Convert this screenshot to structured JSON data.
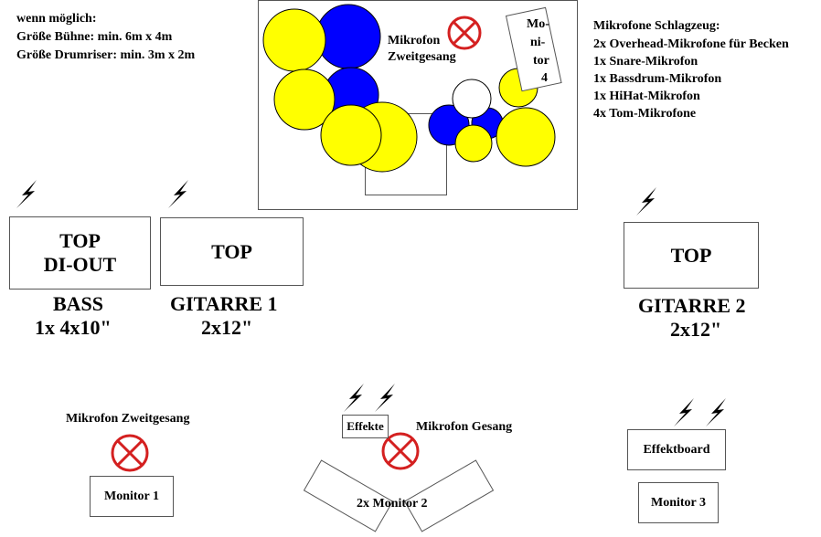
{
  "notes": {
    "requirements_heading": "wenn möglich:",
    "requirements": [
      "Größe Bühne: min. 6m x 4m",
      "Größe Drumriser: min. 3m x 2m"
    ],
    "mics_heading": "Mikrofone Schlagzeug:",
    "mics": [
      "2x Overhead-Mikrofone für Becken",
      "1x Snare-Mikrofon",
      "1x Bassdrum-Mikrofon",
      "1x HiHat-Mikrofon",
      "4x Tom-Mikrofone"
    ]
  },
  "drumriser": {
    "mic_label_line1": "Mikrofon",
    "mic_label_line2": "Zweitgesang",
    "monitor4_lines": [
      "Mo-",
      "ni-",
      "tor",
      "4"
    ]
  },
  "amps": {
    "bass": {
      "top_line1": "TOP",
      "top_line2": "DI-OUT",
      "label_line1": "BASS",
      "label_line2": "1x 4x10\""
    },
    "guitar1": {
      "top": "TOP",
      "label_line1": "GITARRE 1",
      "label_line2": "2x12\""
    },
    "guitar2": {
      "top": "TOP",
      "label_line1": "GITARRE 2",
      "label_line2": "2x12\""
    }
  },
  "front": {
    "mic_second_voice": "Mikrofon Zweitgesang",
    "mic_lead_voice": "Mikrofon Gesang",
    "effects": "Effekte",
    "effectboard": "Effektboard",
    "monitor1": "Monitor 1",
    "monitor2": "2x Monitor 2",
    "monitor3": "Monitor 3"
  },
  "colors": {
    "cymbal": "#ffff00",
    "tom": "#0000ff",
    "mic_symbol": "#d42020",
    "outline": "#000000"
  }
}
